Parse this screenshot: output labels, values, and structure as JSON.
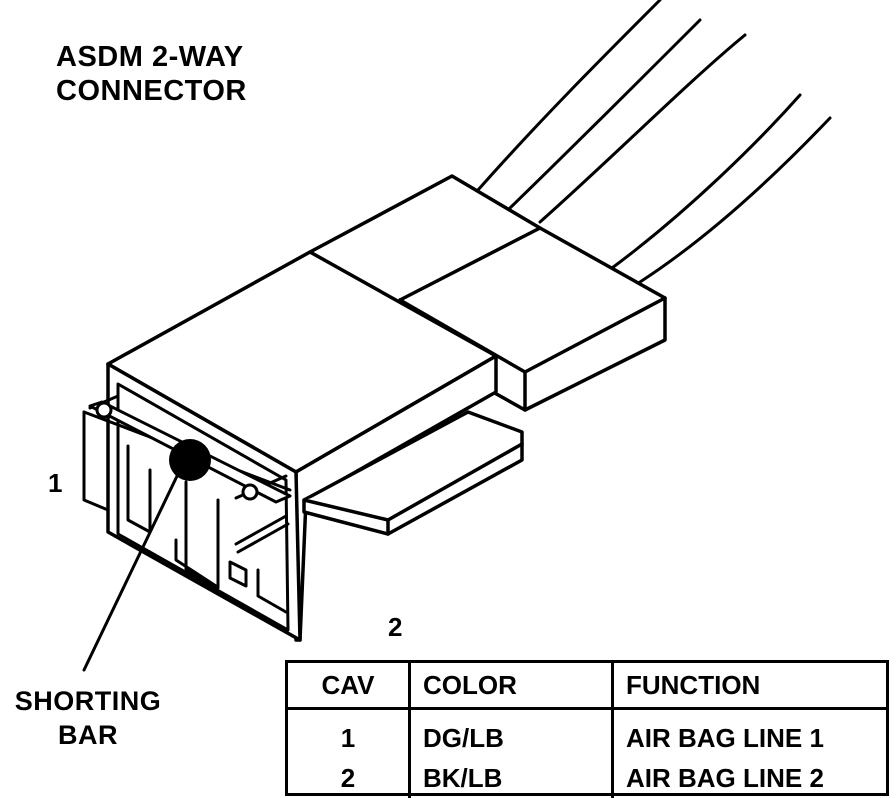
{
  "title": {
    "line1": "ASDM 2-WAY",
    "line2": "CONNECTOR"
  },
  "pin_labels": {
    "pin1": "1",
    "pin2": "2"
  },
  "callout": {
    "line1": "SHORTING",
    "line2": "BAR"
  },
  "table": {
    "headers": [
      "CAV",
      "COLOR",
      "FUNCTION"
    ],
    "rows": [
      [
        "1",
        "DG/LB",
        "AIR BAG LINE 1"
      ],
      [
        "2",
        "BK/LB",
        "AIR BAG LINE 2"
      ]
    ]
  },
  "colors": {
    "ink": "#000000",
    "paper": "#ffffff"
  }
}
